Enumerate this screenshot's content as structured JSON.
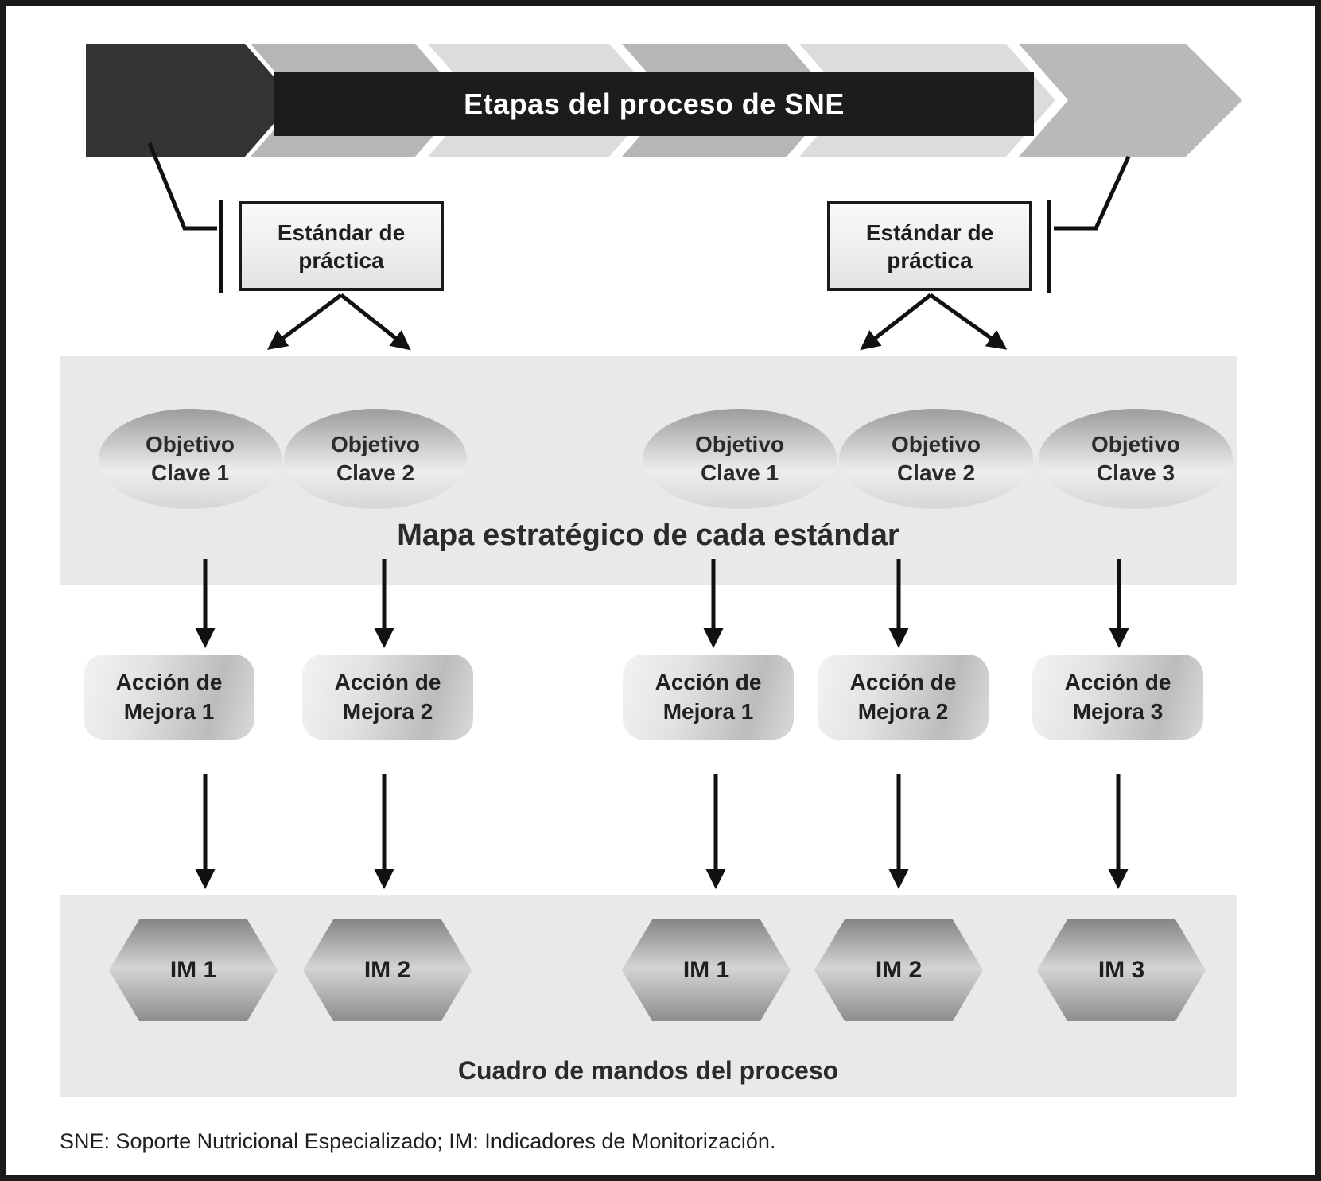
{
  "diagram": {
    "banner_title": "Etapas del proceso de SNE",
    "left_group": {
      "standard_label": "Estándar de práctica",
      "objectives": [
        "Objetivo Clave 1",
        "Objetivo Clave 2"
      ],
      "actions": [
        "Acción de Mejora 1",
        "Acción de Mejora 2"
      ],
      "indicators": [
        "IM 1",
        "IM 2"
      ]
    },
    "right_group": {
      "standard_label": "Estándar de práctica",
      "objectives": [
        "Objetivo Clave 1",
        "Objetivo Clave 2",
        "Objetivo Clave 3"
      ],
      "actions": [
        "Acción de Mejora 1",
        "Acción de Mejora 2",
        "Acción de Mejora 3"
      ],
      "indicators": [
        "IM 1",
        "IM 2",
        "IM 3"
      ]
    },
    "strategic_map_band_title": "Mapa estratégico de cada estándar",
    "dashboard_band_title": "Cuadro de mandos del proceso",
    "footnote": "SNE: Soporte Nutricional Especializado; IM: Indicadores de Monitorización.",
    "colors": {
      "chevron_dark": "#333333",
      "chevron_medium": "#b6b6b6",
      "chevron_light": "#dcdcdc",
      "banner_bg": "#1c1c1c",
      "band_bg": "#e9e9e9",
      "text": "#1f1f1f"
    }
  }
}
